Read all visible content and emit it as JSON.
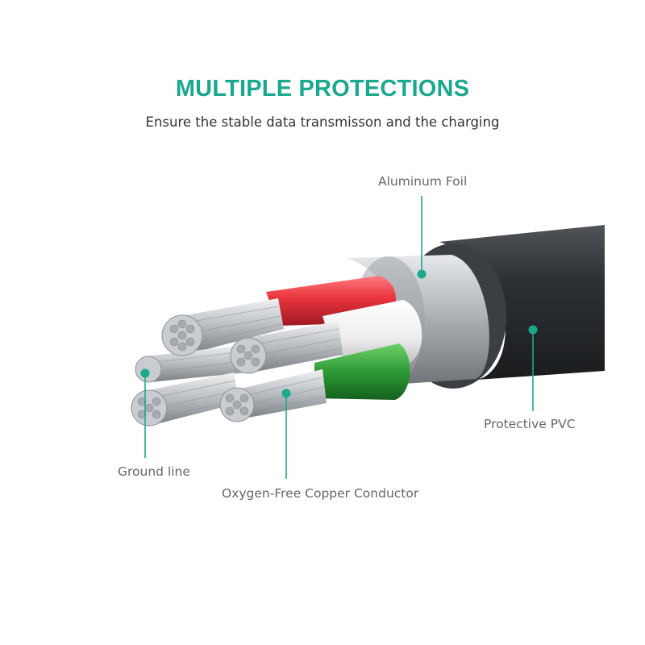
{
  "header": {
    "title": "MULTIPLE PROTECTIONS",
    "subtitle": "Ensure the stable data transmisson and the charging"
  },
  "callouts": {
    "aluminum_foil": "Aluminum Foil",
    "protective_pvc": "Protective PVC",
    "ground_line": "Ground line",
    "copper_conductor": "Oxygen-Free Copper Conductor"
  },
  "colors": {
    "accent": "#1ba88f",
    "jacket": "#2f3235",
    "foil": "#b9bdc0",
    "wire_red": "#e8333c",
    "wire_white": "#f2f2f2",
    "wire_green": "#2d9a36",
    "strand": "#c9ccd0"
  },
  "icons": {
    "callout_marker": "dot-marker-icon"
  }
}
